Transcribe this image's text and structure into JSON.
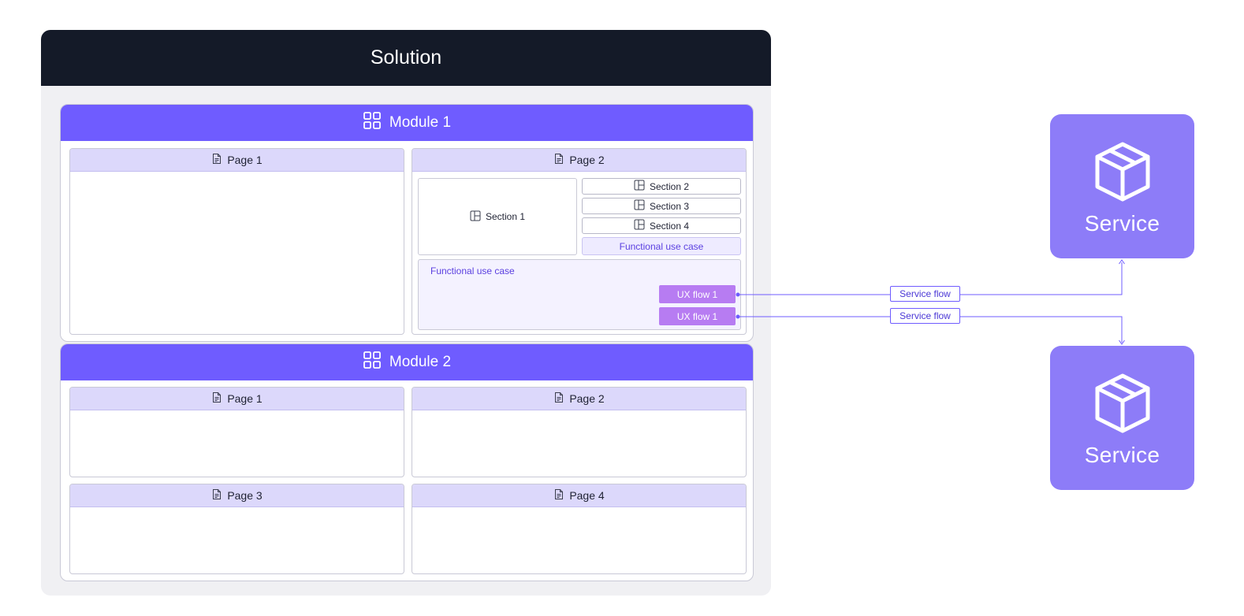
{
  "solution": {
    "title": "Solution"
  },
  "module1": {
    "title": "Module 1",
    "page1": "Page 1",
    "page2": {
      "title": "Page 2",
      "section1": "Section 1",
      "section2": "Section 2",
      "section3": "Section 3",
      "section4": "Section 4",
      "functional_use_case_small": "Functional use case",
      "functional_use_case": "Functional use case",
      "ux_flow_a": "UX flow 1",
      "ux_flow_b": "UX flow 1"
    }
  },
  "module2": {
    "title": "Module 2",
    "page1": "Page 1",
    "page2": "Page 2",
    "page3": "Page 3",
    "page4": "Page 4"
  },
  "flows": {
    "label_a": "Service flow",
    "label_b": "Service flow"
  },
  "services": {
    "top": "Service",
    "bottom": "Service"
  },
  "colors": {
    "accent": "#6f5cff",
    "service": "#8d7cf8",
    "header_dark": "#141a28",
    "ux_flow": "#b77cf2"
  }
}
